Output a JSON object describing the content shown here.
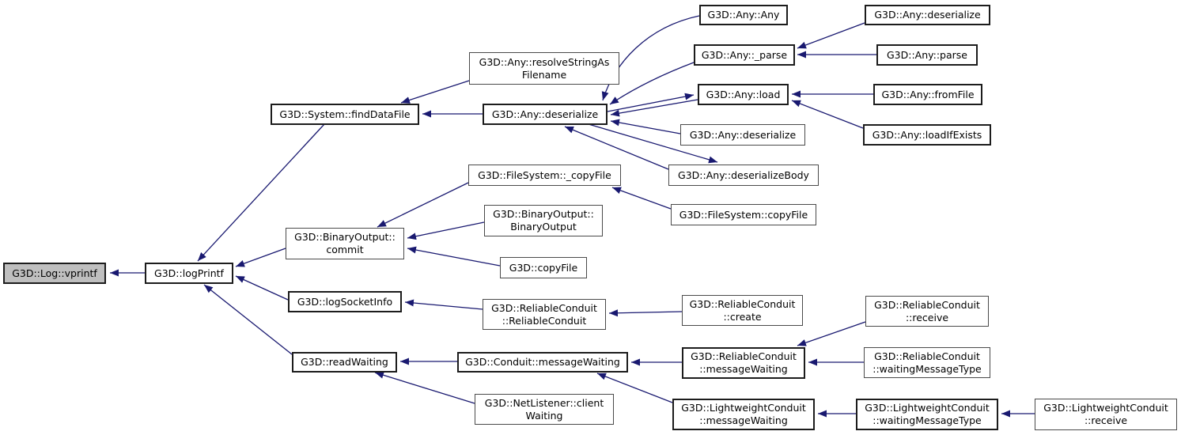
{
  "diagram": {
    "type": "call-graph",
    "root_function": "G3D::Log::vprintf",
    "background_color": "#ffffff",
    "edge_color": "#191970",
    "node_fill": "#ffffff",
    "selected_node_fill": "#bfbfbf",
    "node_border_color": "#1c1c1c"
  },
  "nodes": {
    "vprintf": {
      "label": "G3D::Log::vprintf"
    },
    "logPrintf": {
      "label": "G3D::logPrintf"
    },
    "findDataFile": {
      "label": "G3D::System::findDataFile"
    },
    "resolveSAF": {
      "label": "G3D::Any::resolveStringAs\nFilename"
    },
    "deserializeC": {
      "label": "G3D::Any::deserialize"
    },
    "anyAny": {
      "label": "G3D::Any::Any"
    },
    "anyParseU": {
      "label": "G3D::Any::_parse"
    },
    "anyLoad": {
      "label": "G3D::Any::load"
    },
    "anyDeserializeMid": {
      "label": "G3D::Any::deserialize"
    },
    "anyDeserializeBody": {
      "label": "G3D::Any::deserializeBody"
    },
    "anyDeserializeTR": {
      "label": "G3D::Any::deserialize"
    },
    "anyParse": {
      "label": "G3D::Any::parse"
    },
    "anyFromFile": {
      "label": "G3D::Any::fromFile"
    },
    "anyLoadIfExists": {
      "label": "G3D::Any::loadIfExists"
    },
    "fsCopyFileU": {
      "label": "G3D::FileSystem::_copyFile"
    },
    "fsCopyFile": {
      "label": "G3D::FileSystem::copyFile"
    },
    "boBinaryOutput": {
      "label": "G3D::BinaryOutput::\nBinaryOutput"
    },
    "boCommit": {
      "label": "G3D::BinaryOutput::\ncommit"
    },
    "copyFile": {
      "label": "G3D::copyFile"
    },
    "logSocketInfo": {
      "label": "G3D::logSocketInfo"
    },
    "rcRc": {
      "label": "G3D::ReliableConduit\n::ReliableConduit"
    },
    "rcCreate": {
      "label": "G3D::ReliableConduit\n::create"
    },
    "readWaiting": {
      "label": "G3D::readWaiting"
    },
    "conduitMW": {
      "label": "G3D::Conduit::messageWaiting"
    },
    "rcMW": {
      "label": "G3D::ReliableConduit\n::messageWaiting"
    },
    "rcReceive": {
      "label": "G3D::ReliableConduit\n::receive"
    },
    "rcWMT": {
      "label": "G3D::ReliableConduit\n::waitingMessageType"
    },
    "nlClientWaiting": {
      "label": "G3D::NetListener::client\nWaiting"
    },
    "lwMW": {
      "label": "G3D::LightweightConduit\n::messageWaiting"
    },
    "lwWMT": {
      "label": "G3D::LightweightConduit\n::waitingMessageType"
    },
    "lwReceive": {
      "label": "G3D::LightweightConduit\n::receive"
    }
  },
  "edges": [
    {
      "from": "logPrintf",
      "to": "vprintf"
    },
    {
      "from": "findDataFile",
      "to": "logPrintf"
    },
    {
      "from": "boCommit",
      "to": "logPrintf"
    },
    {
      "from": "logSocketInfo",
      "to": "logPrintf"
    },
    {
      "from": "readWaiting",
      "to": "logPrintf"
    },
    {
      "from": "resolveSAF",
      "to": "findDataFile"
    },
    {
      "from": "deserializeC",
      "to": "findDataFile"
    },
    {
      "from": "anyAny",
      "to": "deserializeC"
    },
    {
      "from": "anyParseU",
      "to": "deserializeC"
    },
    {
      "from": "deserializeC",
      "to": "anyLoad"
    },
    {
      "from": "anyLoad",
      "to": "deserializeC"
    },
    {
      "from": "anyDeserializeMid",
      "to": "deserializeC"
    },
    {
      "from": "anyDeserializeBody",
      "to": "deserializeC"
    },
    {
      "from": "deserializeC",
      "to": "anyDeserializeBody"
    },
    {
      "from": "anyDeserializeTR",
      "to": "anyParseU"
    },
    {
      "from": "anyParse",
      "to": "anyParseU"
    },
    {
      "from": "anyFromFile",
      "to": "anyLoad"
    },
    {
      "from": "anyLoadIfExists",
      "to": "anyLoad"
    },
    {
      "from": "fsCopyFile",
      "to": "fsCopyFileU"
    },
    {
      "from": "fsCopyFileU",
      "to": "boCommit"
    },
    {
      "from": "boBinaryOutput",
      "to": "boCommit"
    },
    {
      "from": "copyFile",
      "to": "boCommit"
    },
    {
      "from": "rcRc",
      "to": "logSocketInfo"
    },
    {
      "from": "rcCreate",
      "to": "rcRc"
    },
    {
      "from": "conduitMW",
      "to": "readWaiting"
    },
    {
      "from": "nlClientWaiting",
      "to": "readWaiting"
    },
    {
      "from": "rcMW",
      "to": "conduitMW"
    },
    {
      "from": "lwMW",
      "to": "conduitMW"
    },
    {
      "from": "rcReceive",
      "to": "rcMW"
    },
    {
      "from": "rcWMT",
      "to": "rcMW"
    },
    {
      "from": "lwWMT",
      "to": "lwMW"
    },
    {
      "from": "lwReceive",
      "to": "lwWMT"
    }
  ]
}
